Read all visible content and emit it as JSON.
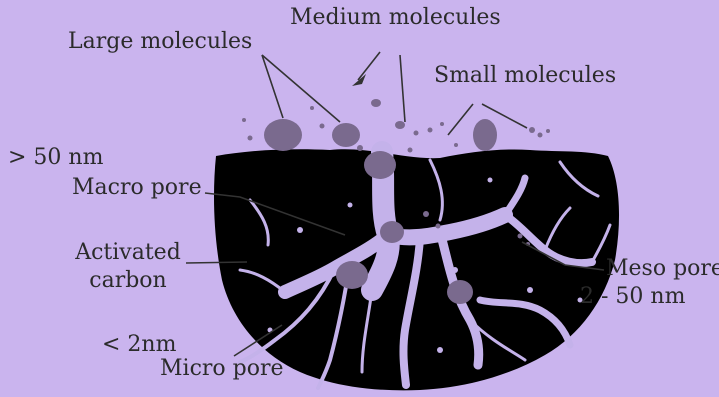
{
  "colors": {
    "background": "#cab4ee",
    "carbon": "#000000",
    "pore_channel": "#c4b2ea",
    "molecule": "#7a6a8e",
    "line": "#333333"
  },
  "labels": {
    "large_molecules": "Large molecules",
    "medium_molecules": "Medium molecules",
    "small_molecules": "Small molecules",
    "macro_size": "> 50 nm",
    "macro_pore": "Macro pore",
    "activated": "Activated",
    "carbon": "carbon",
    "meso_pore": "Meso pore",
    "meso_size": "2 - 50 nm",
    "micro_size": "< 2nm",
    "micro_pore": "Micro pore"
  },
  "icons": {
    "carbon": "activated-carbon-cross-section-icon",
    "molecule": "adsorbate-molecule-icon"
  }
}
